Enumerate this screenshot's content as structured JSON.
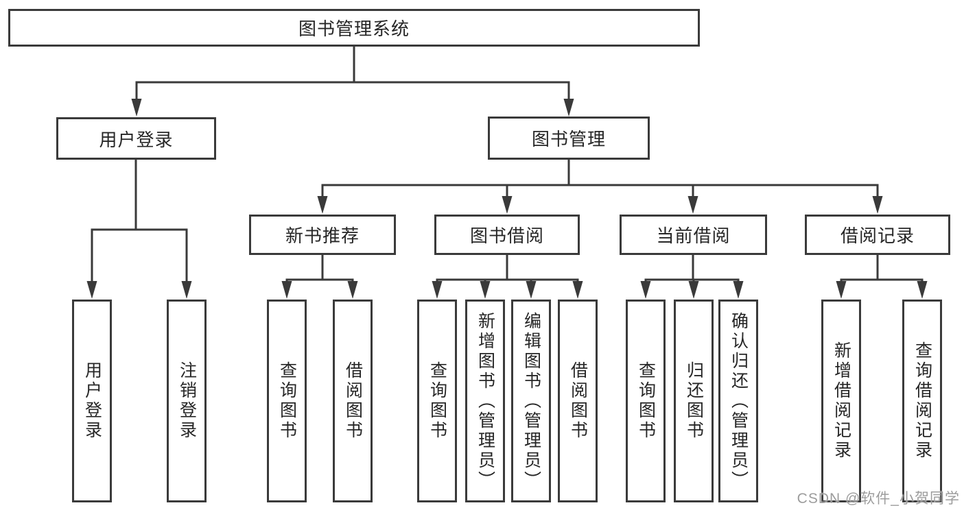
{
  "diagram": {
    "root": "图书管理系统",
    "branches": [
      {
        "label": "用户登录",
        "children": [
          "用户登录",
          "注销登录"
        ]
      },
      {
        "label": "图书管理",
        "children": [
          {
            "label": "新书推荐",
            "children": [
              "查询图书",
              "借阅图书"
            ]
          },
          {
            "label": "图书借阅",
            "children": [
              "查询图书",
              "新增图书（管理员）",
              "编辑图书（管理员）",
              "借阅图书"
            ]
          },
          {
            "label": "当前借阅",
            "children": [
              "查询图书",
              "归还图书",
              "确认归还（管理员）"
            ]
          },
          {
            "label": "借阅记录",
            "children": [
              "新增借阅记录",
              "查询借阅记录"
            ]
          }
        ]
      }
    ]
  },
  "watermark": {
    "text": "CSDN @软件_小贺同学"
  },
  "colors": {
    "line": "#3a3a3a",
    "box_border": "#3a3a3a",
    "box_fill": "#ffffff",
    "text": "#262626",
    "watermark": "#9c9c9c",
    "background": "#ffffff"
  }
}
